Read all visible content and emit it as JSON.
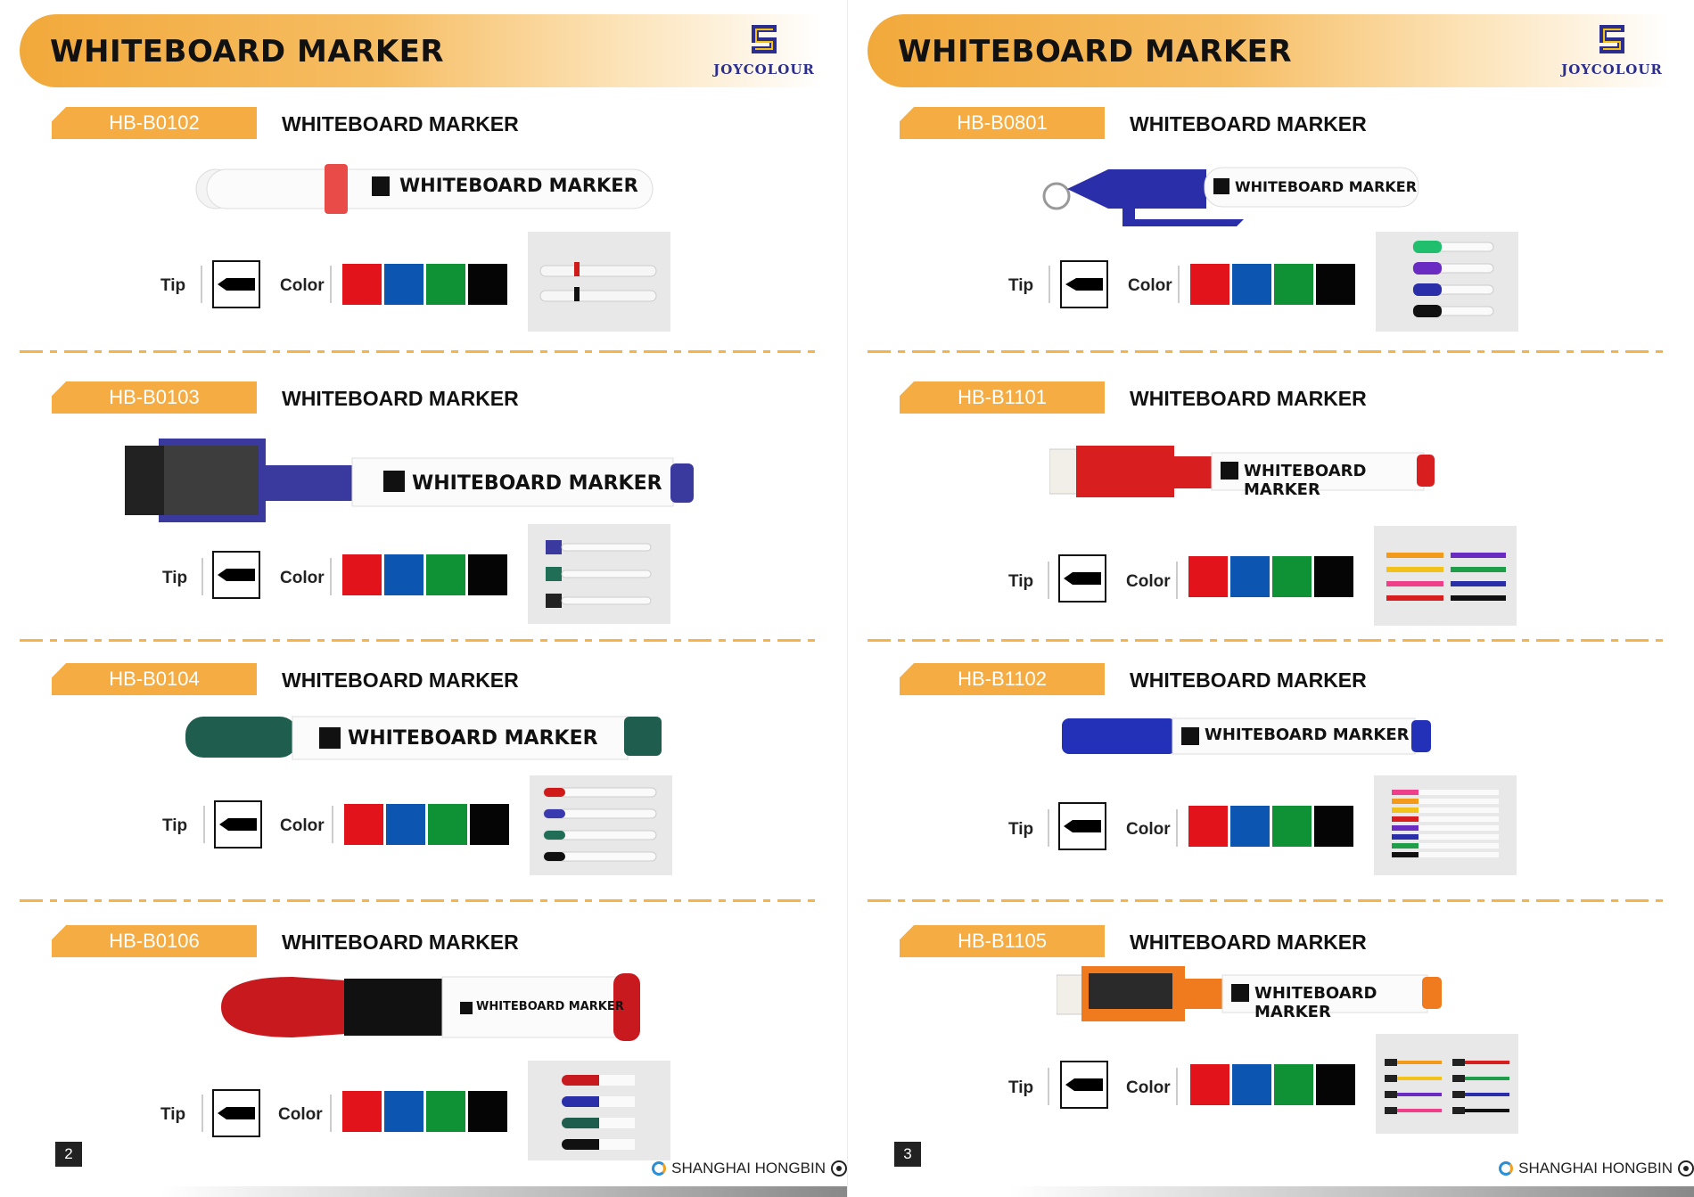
{
  "pages": [
    {
      "header_title": "WHITEBOARD MARKER",
      "logo_text": "JOYCOLOUR",
      "page_number": "2",
      "footer_text": "SHANGHAI HONGBIN",
      "sections": [
        {
          "code": "HB-B0102",
          "title": "WHITEBOARD MARKER",
          "pen_label": "WHITEBOARD MARKER",
          "tip_label": "Tip",
          "color_label": "Color",
          "barrel_color": "#ffffff",
          "accent_color": "#e84b48"
        },
        {
          "code": "HB-B0103",
          "title": "WHITEBOARD MARKER",
          "pen_label": "WHITEBOARD MARKER",
          "tip_label": "Tip",
          "color_label": "Color",
          "barrel_color": "#ffffff",
          "accent_color": "#3a3a9e"
        },
        {
          "code": "HB-B0104",
          "title": "WHITEBOARD MARKER",
          "pen_label": "WHITEBOARD MARKER",
          "tip_label": "Tip",
          "color_label": "Color",
          "barrel_color": "#ffffff",
          "accent_color": "#1f5e4e"
        },
        {
          "code": "HB-B0106",
          "title": "WHITEBOARD MARKER",
          "pen_label": "WHITEBOARD MARKER",
          "tip_label": "Tip",
          "color_label": "Color",
          "barrel_color": "#ffffff",
          "accent_color": "#c8191e"
        }
      ]
    },
    {
      "header_title": "WHITEBOARD MARKER",
      "logo_text": "JOYCOLOUR",
      "page_number": "3",
      "footer_text": "SHANGHAI HONGBIN",
      "sections": [
        {
          "code": "HB-B0801",
          "title": "WHITEBOARD MARKER",
          "pen_label": "WHITEBOARD MARKER",
          "tip_label": "Tip",
          "color_label": "Color",
          "barrel_color": "#ffffff",
          "accent_color": "#2a2ea8"
        },
        {
          "code": "HB-B1101",
          "title": "WHITEBOARD MARKER",
          "pen_label": "WHITEBOARD MARKER",
          "tip_label": "Tip",
          "color_label": "Color",
          "barrel_color": "#ffffff",
          "accent_color": "#d81e1e"
        },
        {
          "code": "HB-B1102",
          "title": "WHITEBOARD MARKER",
          "pen_label": "WHITEBOARD MARKER",
          "tip_label": "Tip",
          "color_label": "Color",
          "barrel_color": "#ffffff",
          "accent_color": "#2330b8"
        },
        {
          "code": "HB-B1105",
          "title": "WHITEBOARD MARKER",
          "pen_label": "WHITEBOARD MARKER",
          "tip_label": "Tip",
          "color_label": "Color",
          "barrel_color": "#ffffff",
          "accent_color": "#f07a1e"
        }
      ]
    }
  ],
  "swatch_colors": [
    "#e3131b",
    "#0c55b0",
    "#0f9236",
    "#050505"
  ],
  "colors": {
    "header_orange": "#f2a93b",
    "tab_orange": "#f5ac42",
    "logo_blue": "#2b2e8f",
    "logo_yellow": "#f4c20d"
  }
}
